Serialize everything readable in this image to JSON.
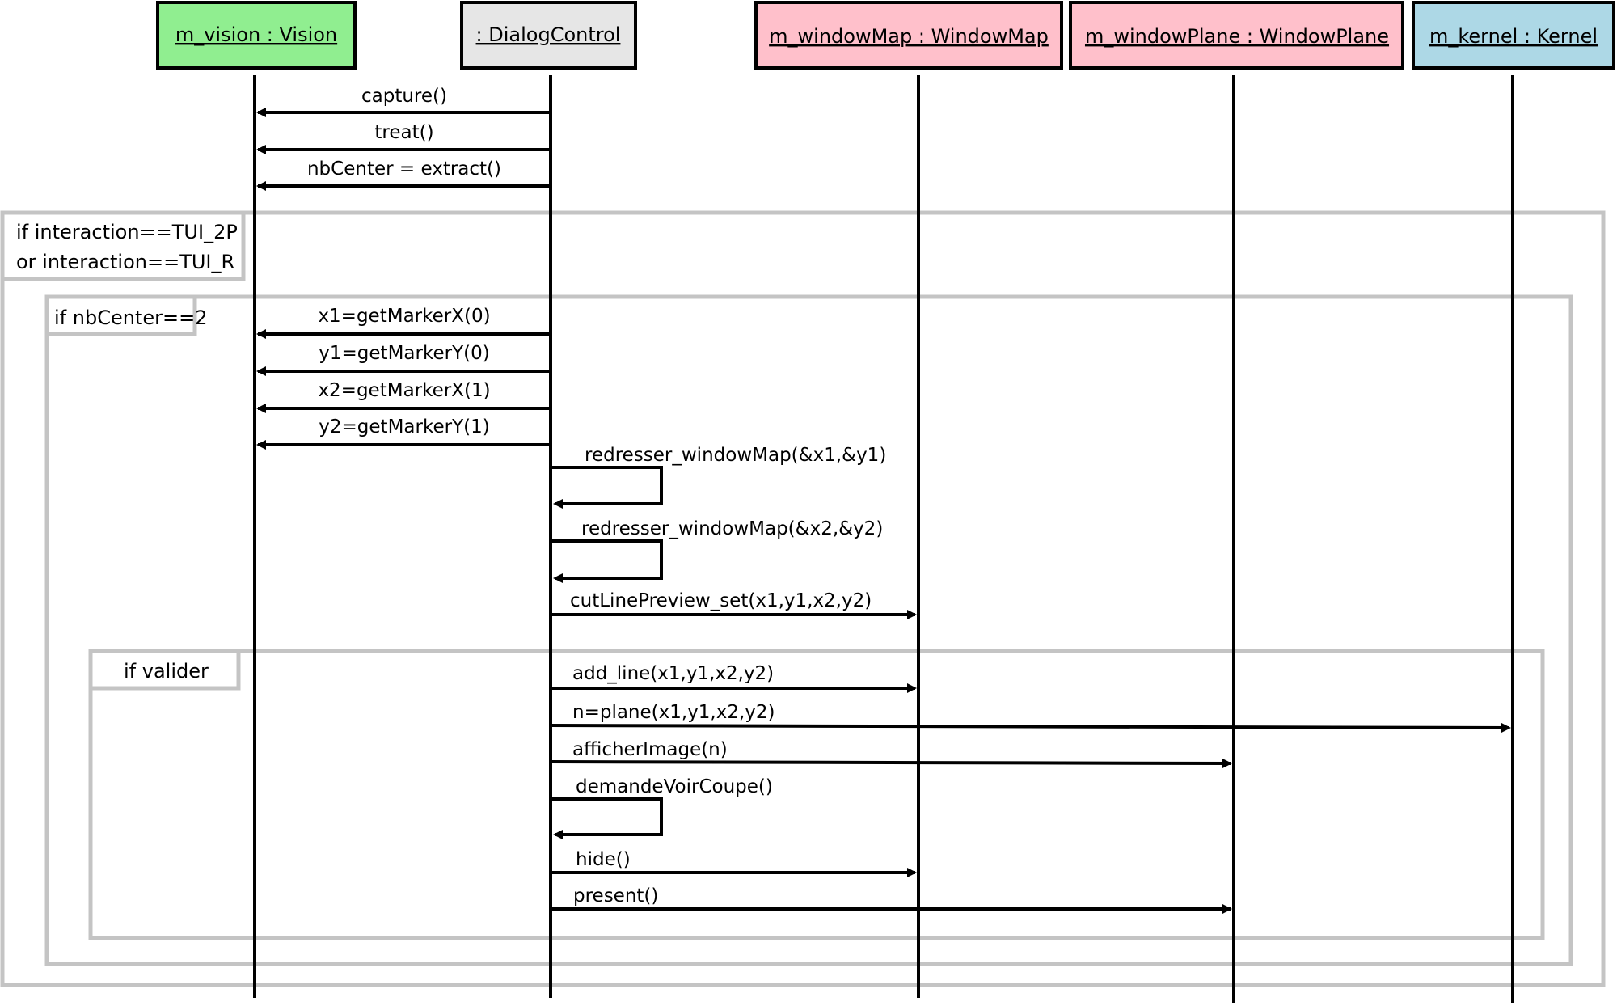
{
  "colors": {
    "frame_stroke": "#c4c4c4",
    "line": "#000000",
    "vision_fill": "#90ee90",
    "dialog_fill": "#e6e6e6",
    "window_fill": "#ffc0cb",
    "kernel_fill": "#add8e6"
  },
  "lifelines": [
    {
      "id": "vision",
      "label": "m_vision : Vision",
      "color": "#90ee90"
    },
    {
      "id": "dialog",
      "label": ": DialogControl",
      "color": "#e6e6e6"
    },
    {
      "id": "windowMap",
      "label": "m_windowMap : WindowMap",
      "color": "#ffc0cb"
    },
    {
      "id": "windowPlane",
      "label": "m_windowPlane : WindowPlane",
      "color": "#ffc0cb"
    },
    {
      "id": "kernel",
      "label": "m_kernel : Kernel",
      "color": "#add8e6"
    }
  ],
  "frames": [
    {
      "id": "frame-interaction",
      "label_lines": [
        "if interaction==TUI_2P",
        "or interaction==TUI_R"
      ]
    },
    {
      "id": "frame-nbcenter",
      "label_lines": [
        "if nbCenter==2"
      ]
    },
    {
      "id": "frame-valider",
      "label_lines": [
        "if valider"
      ]
    }
  ],
  "messages": [
    {
      "id": "capture",
      "from": "dialog",
      "to": "vision",
      "label": "capture()"
    },
    {
      "id": "treat",
      "from": "dialog",
      "to": "vision",
      "label": "treat()"
    },
    {
      "id": "extract",
      "from": "dialog",
      "to": "vision",
      "label": "nbCenter = extract()"
    },
    {
      "id": "x1",
      "from": "dialog",
      "to": "vision",
      "label": "x1=getMarkerX(0)"
    },
    {
      "id": "y1",
      "from": "dialog",
      "to": "vision",
      "label": "y1=getMarkerY(0)"
    },
    {
      "id": "x2",
      "from": "dialog",
      "to": "vision",
      "label": "x2=getMarkerX(1)"
    },
    {
      "id": "y2",
      "from": "dialog",
      "to": "vision",
      "label": "y2=getMarkerY(1)"
    },
    {
      "id": "redresser1",
      "from": "dialog",
      "to": "dialog",
      "label": "redresser_windowMap(&x1,&y1)"
    },
    {
      "id": "redresser2",
      "from": "dialog",
      "to": "dialog",
      "label": "redresser_windowMap(&x2,&y2)"
    },
    {
      "id": "cutline",
      "from": "dialog",
      "to": "windowMap",
      "label": "cutLinePreview_set(x1,y1,x2,y2)"
    },
    {
      "id": "addline",
      "from": "dialog",
      "to": "windowMap",
      "label": "add_line(x1,y1,x2,y2)"
    },
    {
      "id": "plane",
      "from": "dialog",
      "to": "kernel",
      "label": "n=plane(x1,y1,x2,y2)"
    },
    {
      "id": "afficher",
      "from": "dialog",
      "to": "windowPlane",
      "label": "afficherImage(n)"
    },
    {
      "id": "demande",
      "from": "dialog",
      "to": "dialog",
      "label": "demandeVoirCoupe()"
    },
    {
      "id": "hide",
      "from": "dialog",
      "to": "windowMap",
      "label": "hide()"
    },
    {
      "id": "present",
      "from": "dialog",
      "to": "windowPlane",
      "label": "present()"
    }
  ]
}
